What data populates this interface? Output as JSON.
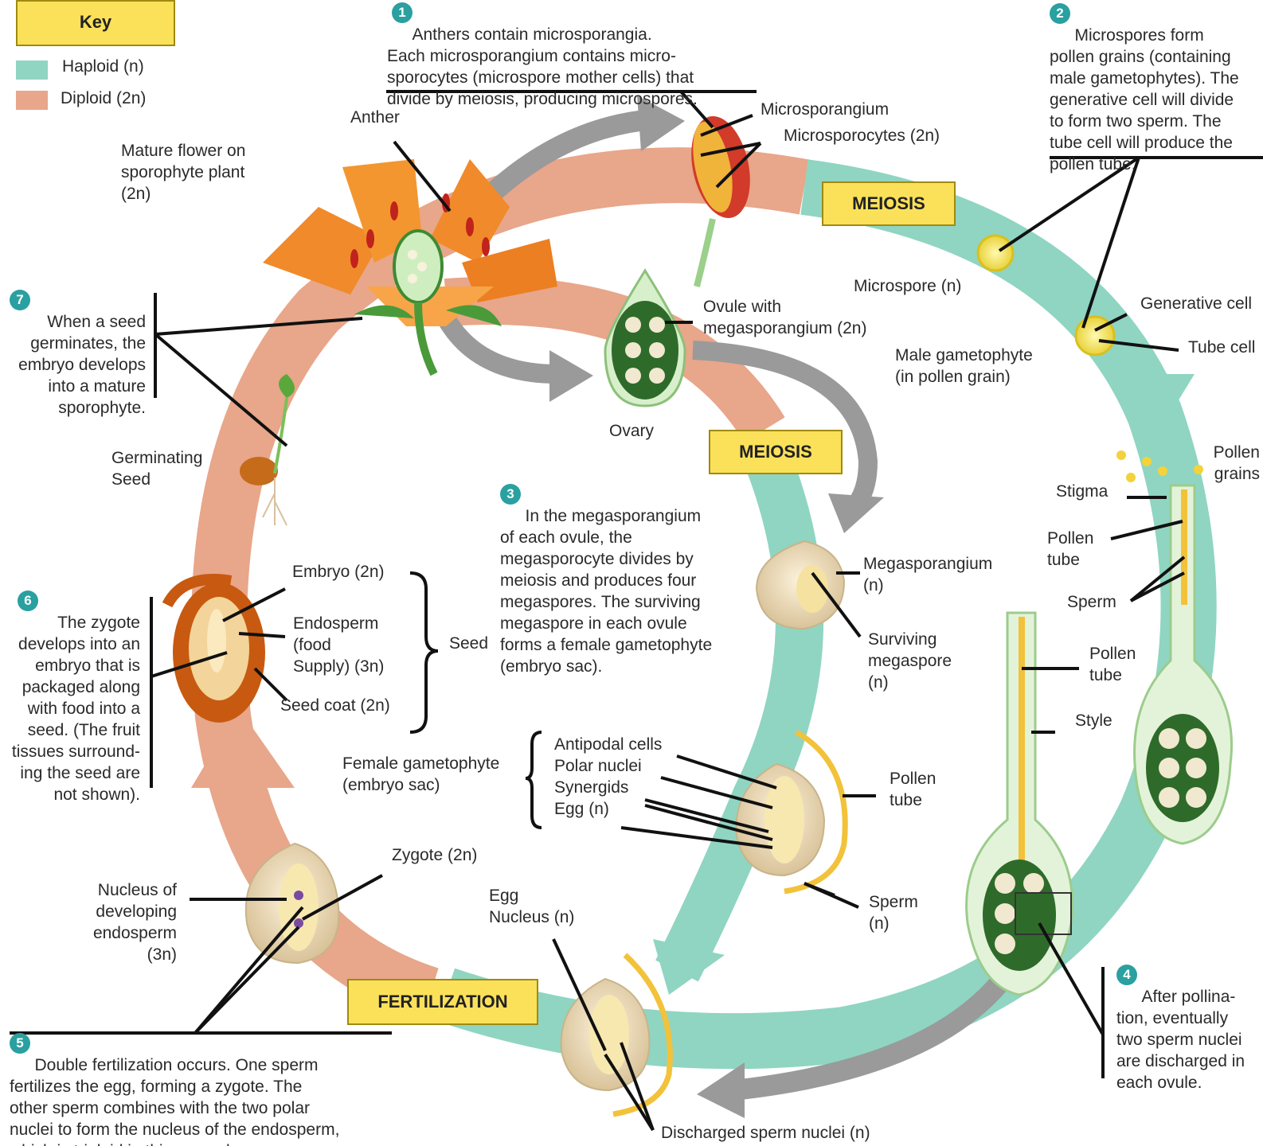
{
  "colors": {
    "haploid": "#8fd5c2",
    "diploid": "#e8a68a",
    "key_box": "#fbe15a",
    "step_badge": "#2aa0a0",
    "gray_arrow": "#9a9a9a",
    "ovary_green": "#2e6b2a",
    "flower_orange": "#f08a2a"
  },
  "key": {
    "title": "Key",
    "haploid": "Haploid (n)",
    "diploid": "Diploid (2n)"
  },
  "phases": {
    "meiosis_top": "MEIOSIS",
    "meiosis_mid": "MEIOSIS",
    "fertilization": "FERTILIZATION"
  },
  "steps": {
    "s1": {
      "num": "1",
      "text": "Anthers contain microsporangia.\nEach microsporangium contains micro-\nsporocytes (microspore mother cells) that\ndivide by meiosis, producing microspores."
    },
    "s2": {
      "num": "2",
      "text": "Microspores form\npollen grains (containing\nmale gametophytes). The\ngenerative cell will divide\nto form two sperm. The\ntube cell will produce the\npollen tube."
    },
    "s3": {
      "num": "3",
      "text": "In the megasporangium\nof each ovule, the\nmegasporocyte divides by\nmeiosis and produces four\nmegaspores. The surviving\nmegaspore in each ovule\nforms a female gametophyte\n(embryo sac)."
    },
    "s4": {
      "num": "4",
      "text": "After pollina-\ntion, eventually\ntwo sperm nuclei\nare discharged in\neach ovule."
    },
    "s5": {
      "num": "5",
      "text": "Double fertilization occurs. One sperm\nfertilizes the egg, forming a zygote. The\nother sperm combines with the two polar\nnuclei to form the nucleus of the endosperm,\nwhich is triploid in this example."
    },
    "s6": {
      "num": "6",
      "text": "The zygote\ndevelops into an\nembryo that is\npackaged along\nwith food into a\nseed. (The fruit\ntissues surround-\ning the seed are\nnot shown)."
    },
    "s7": {
      "num": "7",
      "text": "When a seed\ngerminates, the\nembryo develops\ninto a mature\nsporophyte."
    }
  },
  "labels": {
    "anther": "Anther",
    "mature_flower": "Mature flower on\nsporophyte plant\n(2n)",
    "microsporangium": "Microsporangium",
    "microsporocytes": "Microsporocytes (2n)",
    "microspore": "Microspore (n)",
    "generative_cell": "Generative cell",
    "tube_cell": "Tube cell",
    "male_gametophyte": "Male gametophyte\n(in pollen grain)",
    "ovule_with_megasporangium": "Ovule with\nmegasporangium (2n)",
    "ovary": "Ovary",
    "pollen_grains": "Pollen\ngrains",
    "stigma": "Stigma",
    "pollen_tube_1": "Pollen\ntube",
    "sperm_1": "Sperm",
    "pollen_tube_2": "Pollen\ntube",
    "style": "Style",
    "megasporangium": "Megasporangium\n(n)",
    "surviving_megaspore": "Surviving\nmegaspore\n(n)",
    "germinating_seed": "Germinating\nSeed",
    "embryo": "Embryo (2n)",
    "endosperm": "Endosperm\n(food\nSupply) (3n)",
    "seed_coat": "Seed coat (2n)",
    "seed": "Seed",
    "female_gametophyte": "Female gametophyte\n(embryo sac)",
    "antipodal_cells": "Antipodal cells",
    "polar_nuclei": "Polar nuclei",
    "synergids": "Synergids",
    "egg": "Egg (n)",
    "pollen_tube_3": "Pollen\ntube",
    "sperm_2": "Sperm\n(n)",
    "zygote": "Zygote (2n)",
    "nucleus_endosperm": "Nucleus of\ndeveloping\nendosperm\n(3n)",
    "egg_nucleus": "Egg\nNucleus (n)",
    "discharged_sperm": "Discharged sperm nuclei (n)"
  }
}
